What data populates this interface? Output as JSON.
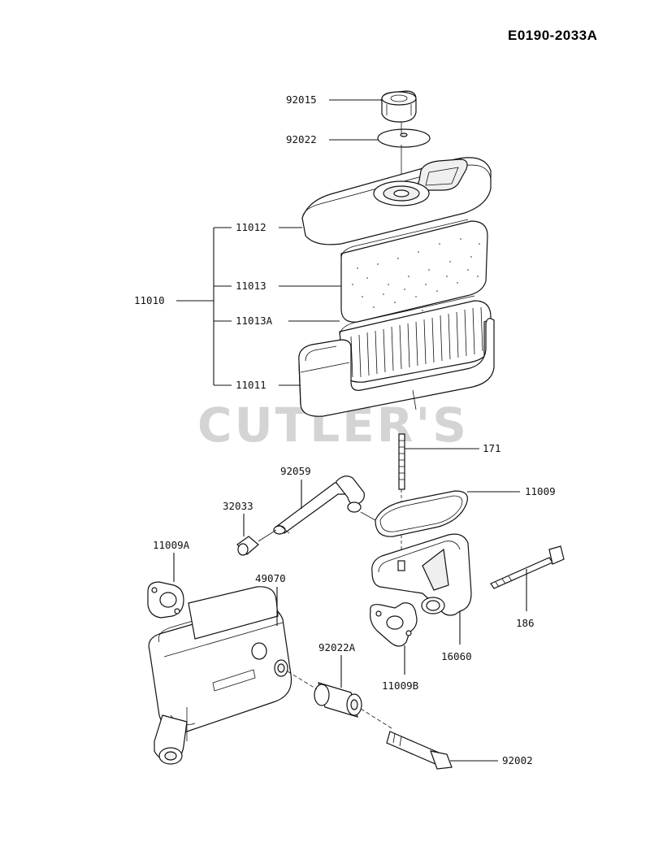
{
  "diagram_id": "E0190-2033A",
  "watermark": "CUTLER'S",
  "parts": {
    "p92015": "92015",
    "p92022": "92022",
    "p11012": "11012",
    "p11010": "11010",
    "p11013": "11013",
    "p11013A": "11013A",
    "p11011": "11011",
    "p171": "171",
    "p92059": "92059",
    "p11009": "11009",
    "p32033": "32033",
    "p11009A": "11009A",
    "p49070": "49070",
    "p186": "186",
    "p92022A": "92022A",
    "p16060": "16060",
    "p11009B": "11009B",
    "p92002": "92002"
  }
}
